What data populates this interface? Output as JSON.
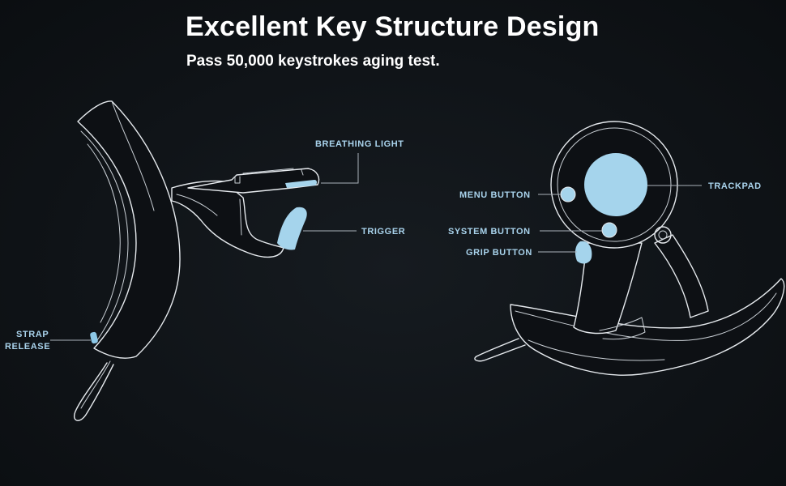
{
  "header": {
    "title": "Excellent Key Structure Design",
    "subtitle": "Pass 50,000 keystrokes aging test."
  },
  "labels": {
    "breathing_light": "BREATHING LIGHT",
    "trigger": "TRIGGER",
    "strap_release_line1": "STRAP",
    "strap_release_line2": "RELEASE",
    "menu_button": "MENU BUTTON",
    "trackpad": "TRACKPAD",
    "system_button": "SYSTEM BUTTON",
    "grip_button": "GRIP BUTTON"
  },
  "colors": {
    "background": "#0f1317",
    "outline": "#e6eaee",
    "accent": "#a5d4ec",
    "label_text": "#a9d3ec",
    "title_text": "#ffffff"
  }
}
